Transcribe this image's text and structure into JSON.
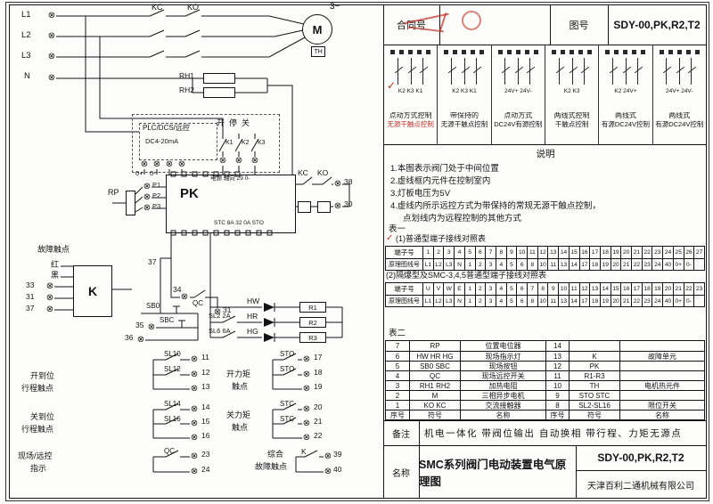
{
  "header": {
    "contract_label": "合同号",
    "drawing_no_label": "图号",
    "drawing_no": "SDY-00,PK,R2,T2"
  },
  "control_modes": {
    "blocks": [
      {
        "contacts": "K2 K3 K1",
        "line1": "点动方式控制",
        "line2": "无源干触点控制",
        "checked": true,
        "highlight": true
      },
      {
        "contacts": "K2 K3 K1",
        "line1": "带保持的",
        "line2": "无源干触点控制"
      },
      {
        "contacts": "24V+ 24V-",
        "line1": "点动方式",
        "line2": "DC24V有源控制"
      },
      {
        "contacts": "K2 K3",
        "line1": "两线式控制",
        "line2": "干触点控制"
      },
      {
        "contacts": "K2 24V+",
        "line1": "两线式",
        "line2": "有源DC24V控制"
      },
      {
        "contacts": "24V+ 24V-",
        "line1": "两线式",
        "line2": "有源DC24V控制"
      }
    ]
  },
  "notes": {
    "title": "说明",
    "lines": [
      "1.本图表示阀门处于中间位置",
      "2.虚线框内元件在控制室内",
      "3.灯板电压为5V",
      "4.虚线内所示远控方式为带保持的常规无源干触点控制，",
      "点划线内为远程控制的其他方式"
    ]
  },
  "table1": {
    "title": "表一",
    "caption1": "(1)普通型端子接线对照表",
    "caption2": "(2)隔爆型及SMC-3,4,5普通型端子接线对照表",
    "row_label_terminal": "端子号",
    "row_label_wire": "原理图线号",
    "a_terminals": [
      "1",
      "2",
      "3",
      "4",
      "5",
      "6",
      "7",
      "8",
      "9",
      "10",
      "11",
      "12",
      "13",
      "14",
      "15",
      "16",
      "17",
      "18",
      "19",
      "20",
      "21",
      "22",
      "23",
      "24",
      "25",
      "26",
      "27"
    ],
    "a_wires": [
      "L1",
      "L2",
      "L3",
      "N",
      "1",
      "2",
      "3",
      "4",
      "5",
      "6",
      "8",
      "10",
      "11",
      "13",
      "14",
      "17",
      "18",
      "19",
      "20",
      "21",
      "22",
      "23",
      "24",
      "40",
      "0+",
      "0-",
      ""
    ],
    "b_terminals": [
      "U",
      "V",
      "W",
      "E",
      "1",
      "2",
      "3",
      "4",
      "5",
      "6",
      "7",
      "8",
      "9",
      "10",
      "11",
      "12",
      "13",
      "14",
      "15",
      "16",
      "17",
      "18",
      "19",
      "20",
      "21",
      "22",
      "23"
    ],
    "b_wires": [
      "L1",
      "L2",
      "L3",
      "N",
      "1",
      "2",
      "3",
      "4",
      "5",
      "6",
      "8",
      "10",
      "11",
      "13",
      "14",
      "17",
      "18",
      "19",
      "20",
      "21",
      "22",
      "23",
      "24",
      "40",
      "0+",
      "0-",
      ""
    ]
  },
  "table2": {
    "title": "表二",
    "rows": [
      [
        "7",
        "RP",
        "位置电位器",
        "14",
        "",
        ""
      ],
      [
        "6",
        "HW HR HG",
        "现场指示灯",
        "13",
        "K",
        "故障单元"
      ],
      [
        "5",
        "SB0 SBC",
        "现场按钮",
        "12",
        "PK",
        ""
      ],
      [
        "4",
        "QC",
        "现场远控开关",
        "11",
        "R1-R3",
        ""
      ],
      [
        "3",
        "RH1 RH2",
        "加热电阻",
        "10",
        "TH",
        "电机热元件"
      ],
      [
        "2",
        "M",
        "三相异步电机",
        "9",
        "STO STC",
        ""
      ],
      [
        "1",
        "KO KC",
        "交流接触器",
        "8",
        "SL2-SL16",
        "限位开关"
      ],
      [
        "序号",
        "符号",
        "名称",
        "序号",
        "符号",
        "名称"
      ]
    ]
  },
  "footer": {
    "remark_label": "备注",
    "remark": "机电一体化  带阀位输出  自动换相  带行程、力矩无源点",
    "name_label": "名称",
    "name": "SMC系列阀门电动装置电气原理图",
    "drawing_no": "SDY-00,PK,R2,T2",
    "company": "天津百利二通机械有限公司"
  },
  "sch": {
    "l1": "L1",
    "l2": "L2",
    "l3": "L3",
    "n": "N",
    "kc": "KC",
    "ko": "KO",
    "phase": "3~",
    "motor": "M",
    "th": "TH",
    "rh1": "RH1",
    "rh2": "RH2",
    "plc": "PLC/DCS/远控",
    "dc": "DC4-20mA",
    "switches": "开停关",
    "k1": "K1",
    "k2": "K2",
    "k3": "K3",
    "zp": "0+",
    "zm": "0-",
    "pk": "PK",
    "pk_top": "电源 轴向 29 0-",
    "pk_bottom": "STC 8A 32 0A STO",
    "rp": "RP",
    "p1": "P1",
    "p2": "P2",
    "p3": "P3",
    "kc2": "KC",
    "ko2": "KO",
    "n38": "38",
    "n30": "30",
    "n37m": "37",
    "n34": "34",
    "qc": "QC",
    "n31m": "31",
    "sb0": "SB0",
    "n35": "35",
    "sbc": "SBC",
    "n36": "36",
    "fault": "故障触点",
    "red": "红",
    "black": "黑",
    "n33": "33",
    "n31": "31",
    "n37": "37",
    "k": "K",
    "hw": "HW",
    "hr": "HR",
    "hg": "HG",
    "r1": "R1",
    "r2": "R2",
    "r3": "R3",
    "sl2": "SL2 2A",
    "sl6": "SL6 6A",
    "sl10": "SL10",
    "sl12": "SL12",
    "sl14": "SL14",
    "sl16": "SL16",
    "sto": "STO",
    "stc": "STC",
    "qcb": "QC",
    "kb": "K",
    "t11": "11",
    "t12": "12",
    "t13": "13",
    "t14": "14",
    "t15": "15",
    "t16": "16",
    "t17": "17",
    "t18": "18",
    "t19": "19",
    "t20": "20",
    "t21": "21",
    "t22": "22",
    "t23": "23",
    "t24": "24",
    "t39": "39",
    "t40": "40",
    "g1a": "开到位",
    "g1b": "行程触点",
    "g2a": "关到位",
    "g2b": "行程触点",
    "g3a": "现场/远控",
    "g3b": "指示",
    "g4a": "开力矩",
    "g4b": "触点",
    "g5a": "关力矩",
    "g5b": "触点",
    "g6a": "综合",
    "g6b": "故障触点"
  },
  "icons": {
    "terminal": "⊗",
    "check": "✓"
  },
  "colors": {
    "accent_red": "#bf2f25",
    "line": "#141414"
  }
}
